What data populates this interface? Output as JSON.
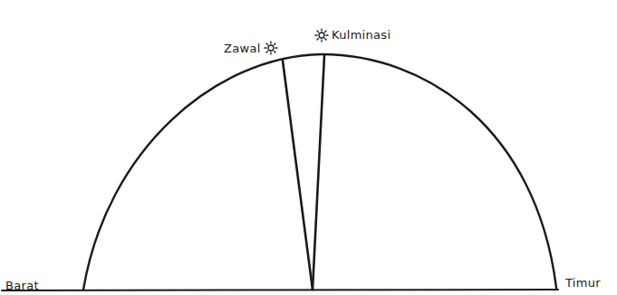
{
  "diagram": {
    "labels": [
      "Zawal",
      "Kulminasi",
      "Barat",
      "Timur"
    ]
  }
}
